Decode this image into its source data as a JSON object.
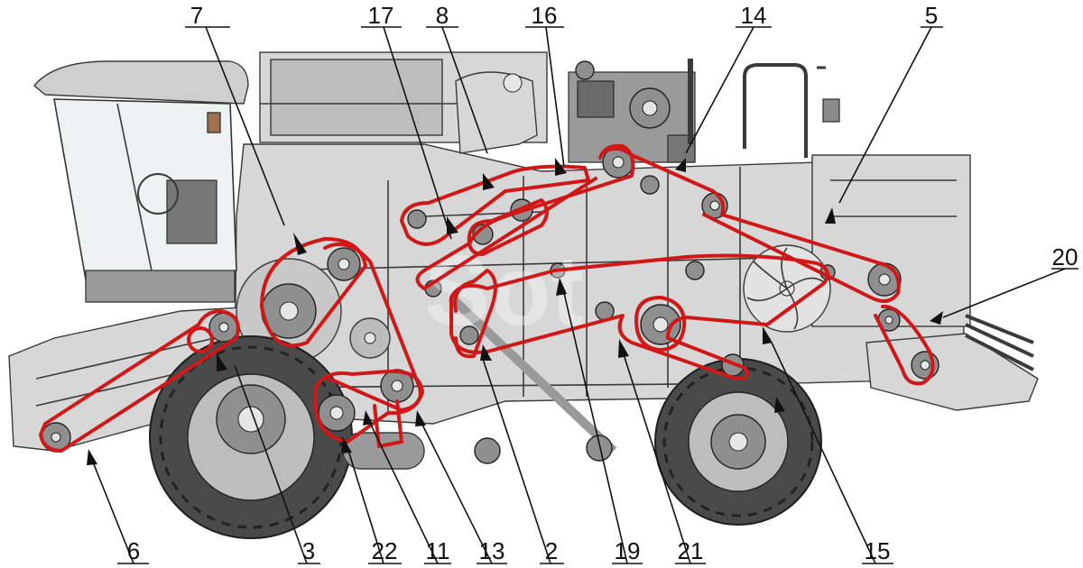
{
  "callouts": [
    {
      "id": "7",
      "label": "7"
    },
    {
      "id": "17",
      "label": "17"
    },
    {
      "id": "8",
      "label": "8"
    },
    {
      "id": "16",
      "label": "16"
    },
    {
      "id": "14",
      "label": "14"
    },
    {
      "id": "5",
      "label": "5"
    },
    {
      "id": "20",
      "label": "20"
    },
    {
      "id": "6",
      "label": "6"
    },
    {
      "id": "3",
      "label": "3"
    },
    {
      "id": "22",
      "label": "22"
    },
    {
      "id": "11",
      "label": "11"
    },
    {
      "id": "13",
      "label": "13"
    },
    {
      "id": "2",
      "label": "2"
    },
    {
      "id": "19",
      "label": "19"
    },
    {
      "id": "21",
      "label": "21"
    },
    {
      "id": "15",
      "label": "15"
    }
  ],
  "colors": {
    "belt": "#d01818",
    "line": "#3a3a3a",
    "body": "#d7d7d7",
    "background": "#ffffff"
  },
  "icons": {
    "cab": "operator-cab-icon",
    "engine": "engine-icon",
    "wheel": "wheel-icon",
    "pulley": "pulley-icon",
    "fan": "cleaning-fan-icon"
  }
}
